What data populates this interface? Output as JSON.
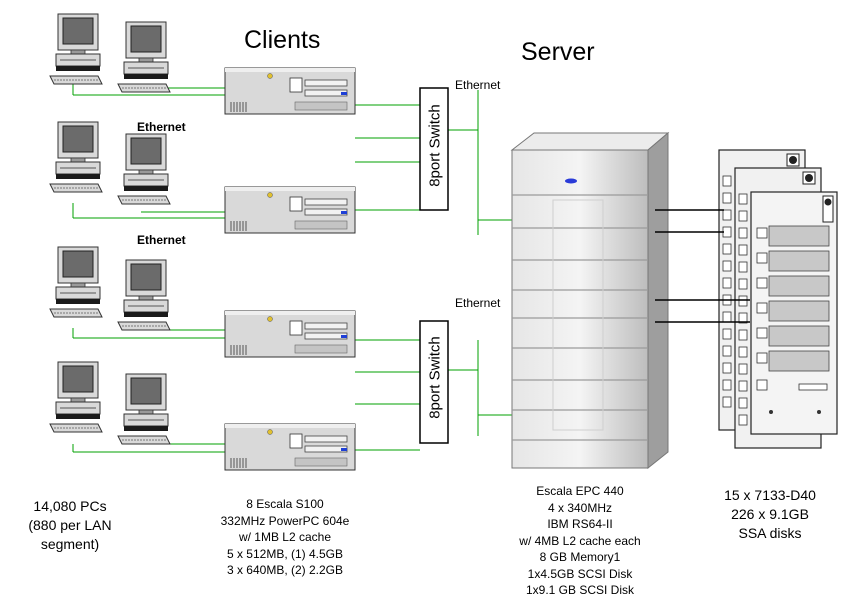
{
  "headings": {
    "clients": "Clients",
    "server": "Server"
  },
  "network_labels": {
    "ethernet_top": "Ethernet",
    "ethernet_mid": "Ethernet",
    "ethernet_lower": "Ethernet",
    "ethernet_server": "Ethernet"
  },
  "switches": {
    "top": "8port Switch",
    "bottom": "8port Switch"
  },
  "captions": {
    "pcs": [
      "14,080 PCs",
      "(880  per LAN",
      "segment)"
    ],
    "clients": [
      "8 Escala S100",
      "332MHz PowerPC 604e",
      "w/ 1MB L2 cache",
      "5 x 512MB, (1) 4.5GB",
      "3 x 640MB, (2) 2.2GB"
    ],
    "server": [
      "Escala  EPC 440",
      "4 x 340MHz",
      "IBM RS64-II",
      "w/ 4MB L2 cache each",
      "8 GB Memory1",
      "1x4.5GB SCSI Disk",
      "1x9.1 GB SCSI Disk"
    ],
    "disks": [
      "15  x 7133-D40",
      "226  x 9.1GB",
      "SSA disks"
    ]
  },
  "colors": {
    "link": "#00a000",
    "cable": "#000000",
    "device_body": "#d9d9d9",
    "device_shadow": "#808080",
    "screen": "#6b6b6b",
    "server_body": "#cfcfcf"
  }
}
